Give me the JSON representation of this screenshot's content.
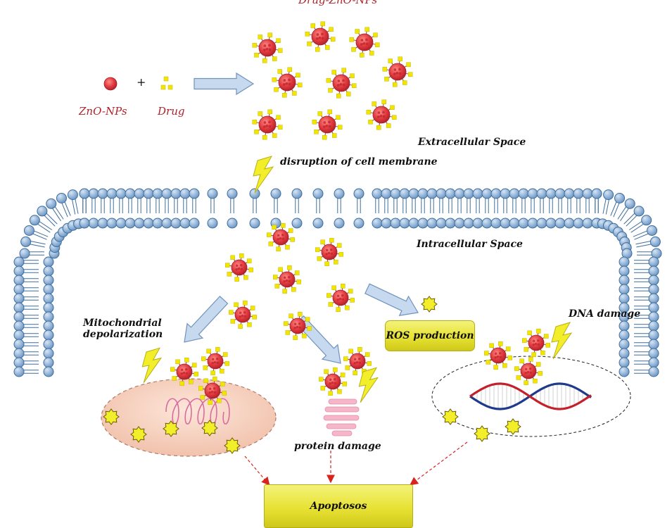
{
  "title": "Drug-ZnO-NPs",
  "labels": {
    "zno_nps": "ZnO-NPs",
    "plus": "+",
    "drug": "Drug",
    "extracellular": "Extracellular Space",
    "disruption": "disruption of cell membrane",
    "intracellular": "Intracellular Space",
    "mitochondrial": "Mitochondrial\ndepolarization",
    "ros": "ROS production",
    "dna": "DNA damage",
    "protein": "protein damage",
    "apoptosis": "Apoptosos"
  },
  "colors": {
    "nanoparticle": "#e03a3e",
    "drug": "#f2e600",
    "membrane_head": "#7fa7d3",
    "membrane_head_stroke": "#3f6e9c",
    "arrow_fill": "#c6d9ef",
    "arrow_stroke": "#6f93bd",
    "dashed_arrow": "#d9231f",
    "label_red": "#b0242a",
    "box_fill": "#e7e233",
    "mitochondria_fill": "#f6d2c0",
    "dna_blue": "#1f3a8a",
    "dna_red": "#c4202a",
    "lightning": "#f3ee2a"
  },
  "icons": [
    "lightning-icon",
    "ros-star-icon",
    "dna-helix-icon",
    "endoplasmic-reticulum-icon",
    "mitochondrion-icon",
    "nanoparticle-icon"
  ]
}
